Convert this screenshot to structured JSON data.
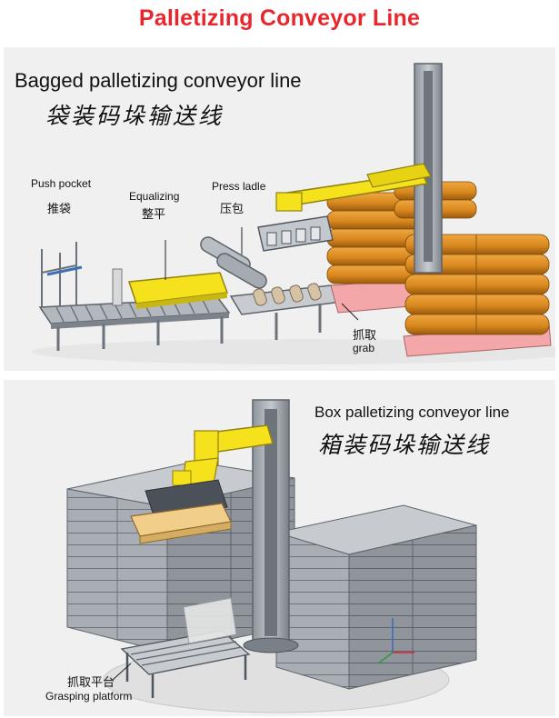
{
  "page": {
    "title": "Palletizing Conveyor Line"
  },
  "bagged": {
    "heading_en": "Bagged palletizing conveyor line",
    "heading_cn": "袋装码垛输送线",
    "labels": {
      "push_pocket_en": "Push pocket",
      "push_pocket_cn": "推袋",
      "equalizing_en": "Equalizing",
      "equalizing_cn": "整平",
      "press_ladle_en": "Press ladle",
      "press_ladle_cn": "压包",
      "grab_cn": "抓取",
      "grab_en": "grab"
    }
  },
  "box": {
    "heading_en": "Box palletizing conveyor line",
    "heading_cn": "箱装码垛输送线",
    "labels": {
      "grasping_platform_cn": "抓取平台",
      "grasping_platform_en": "Grasping platform"
    }
  },
  "colors": {
    "title_red": "#e8262d",
    "panel_bg": "#f0f0f0",
    "bag_orange": "#d9891e",
    "machine_yellow": "#f5e21c",
    "pallet_pink": "#f3a7a9",
    "box_gray": "#a9aeb4",
    "steel_gray": "#8c929a",
    "tan_box": "#f1cf8a"
  }
}
